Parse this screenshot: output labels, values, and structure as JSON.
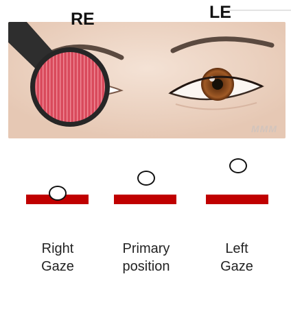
{
  "eyes": {
    "right_label": "RE",
    "left_label": "LE",
    "watermark": "MMM"
  },
  "colors": {
    "filter_red": "#d94a5c",
    "bar_red": "#c00000",
    "iris": "#8a4a1e",
    "skin": "#f1ddcf"
  },
  "gaze_positions": [
    {
      "line1": "Right",
      "line2": "Gaze"
    },
    {
      "line1": "Primary",
      "line2": "position"
    },
    {
      "line1": "Left",
      "line2": "Gaze"
    }
  ]
}
